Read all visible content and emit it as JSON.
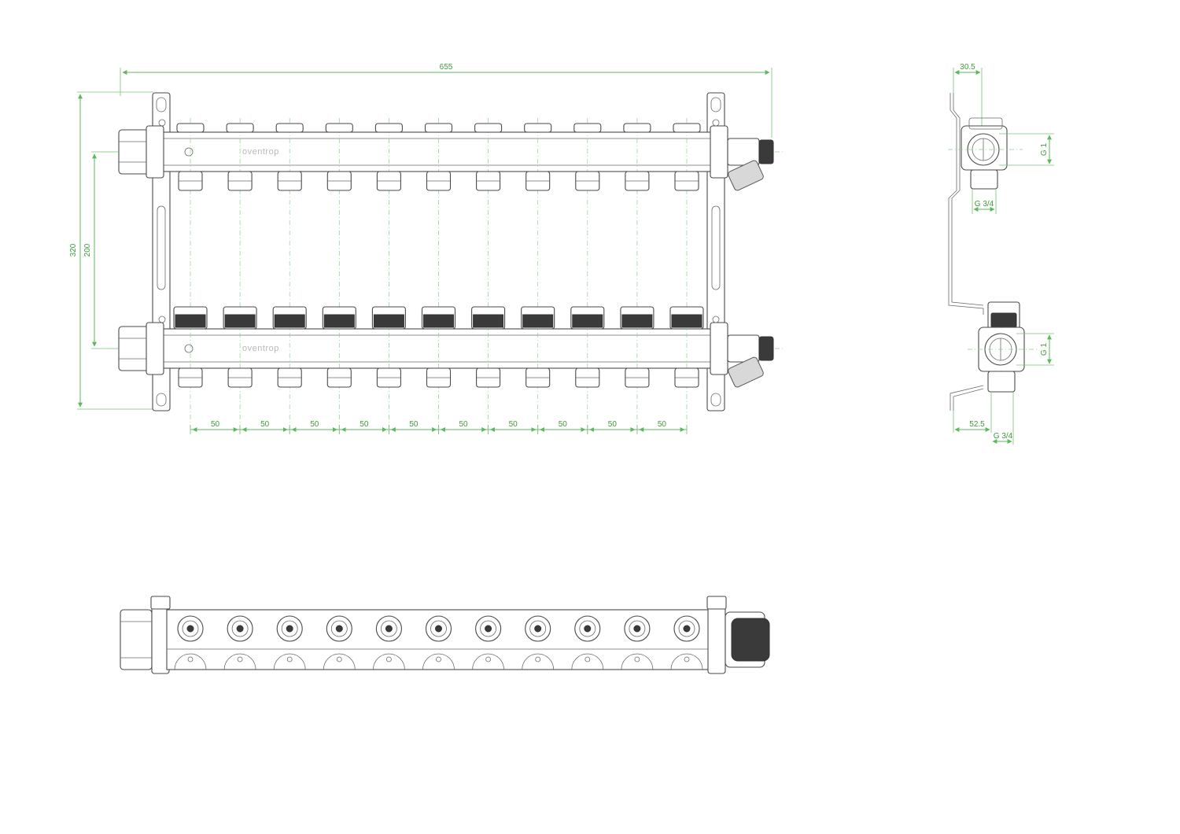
{
  "brand": "oventrop",
  "front_view": {
    "overall_width": "655",
    "overall_height": "320",
    "axis_distance": "200",
    "outlet_spacing_labels": [
      "50",
      "50",
      "50",
      "50",
      "50",
      "50",
      "50",
      "50",
      "50",
      "50"
    ]
  },
  "side_view": {
    "offset_top": "30.5",
    "offset_bottom": "52.5",
    "thread_main": "G 1",
    "thread_outlet": "G 3/4"
  },
  "colors": {
    "dimension": "#5cb85c",
    "outline": "#4a4a4a"
  },
  "outlet_count": 11
}
